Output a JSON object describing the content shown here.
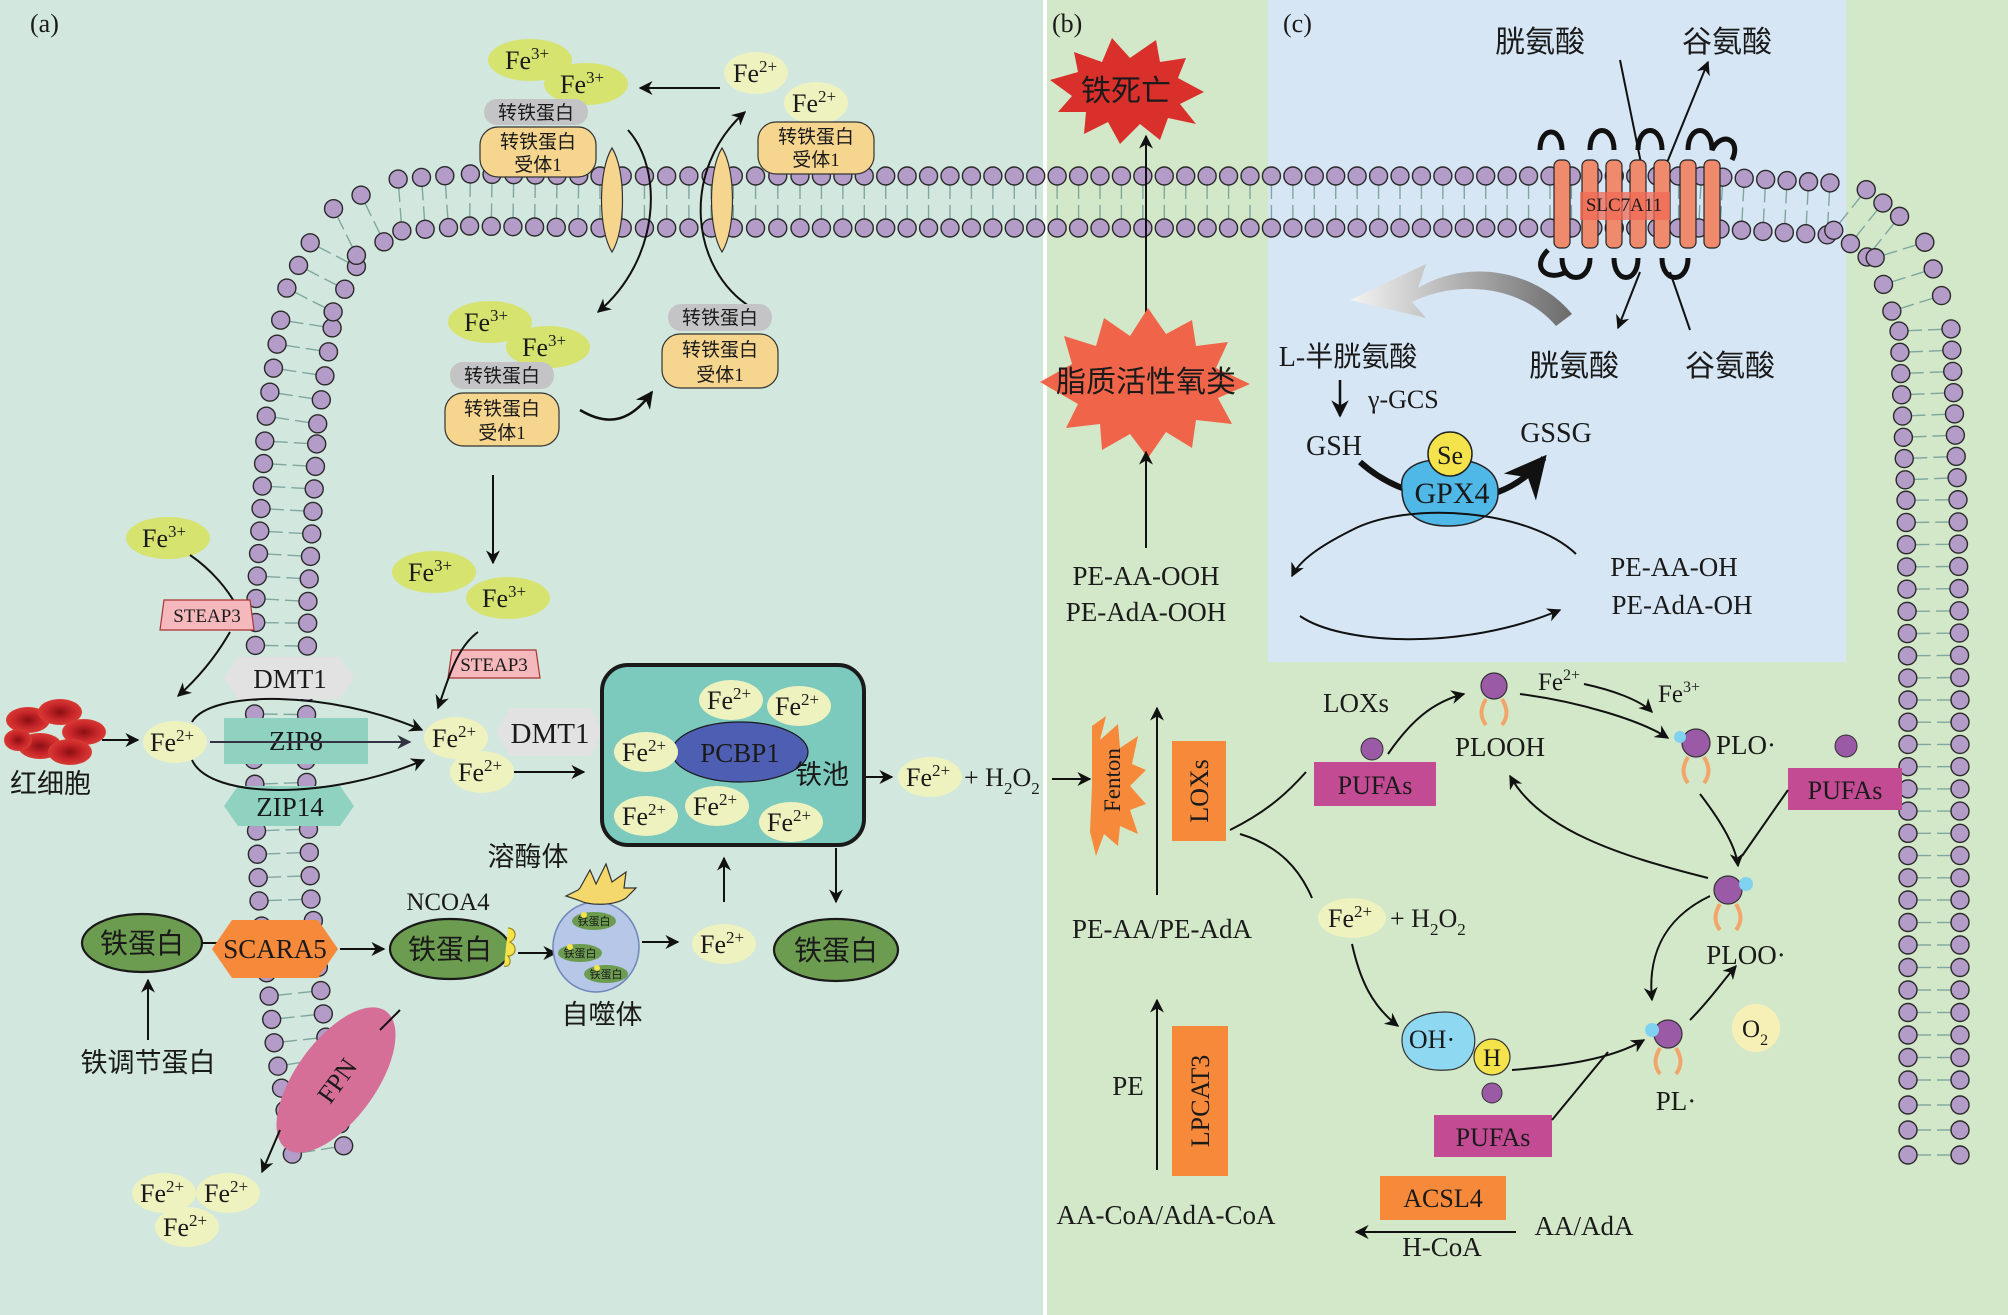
{
  "panels": {
    "a": "(a)",
    "b": "(b)",
    "c": "(c)"
  },
  "colors": {
    "panel_a_bg": "#d2e7dd",
    "panel_b_bg": "#d3e8c8",
    "panel_c_bg": "#d6e6f4",
    "lipid_head": "#b49cc9",
    "transferrin_receptor": "#f6d68f",
    "fe3_ellipse": "#d6e36f",
    "fe2_ellipse": "#eef2bf",
    "ferritin": "#6c9c4f",
    "iron_pool": "#7cc9bd",
    "pcbp1": "#4e5fb3",
    "orange_box": "#f7893a",
    "magenta_box": "#c24b93",
    "ferroptosis_burst": "#d9302c",
    "ros_burst": "#f0654a",
    "gpx4": "#4fb8e6",
    "se": "#f5e34c"
  },
  "a": {
    "fe3": "Fe",
    "fe2": "Fe",
    "sup3": "3+",
    "sup2": "2+",
    "transferrin": "转铁蛋白",
    "tfr_line1": "转铁蛋白",
    "tfr_line2": "受体1",
    "steap3": "STEAP3",
    "dmt1": "DMT1",
    "zip8": "ZIP8",
    "zip14": "ZIP14",
    "rbc": "红细胞",
    "pcbp1": "PCBP1",
    "iron_pool": "铁池",
    "lysosome": "溶酶体",
    "autophagosome": "自噬体",
    "ncoa4": "NCOA4",
    "ferritin": "铁蛋白",
    "scara5": "SCARA5",
    "hepcidin": "铁调节蛋白",
    "fpn": "FPN",
    "h2o2": "+ H",
    "h2o2_sub": "2",
    "h2o2_o": "O",
    "mini_ferritin": "铁蛋白"
  },
  "b": {
    "ferroptosis": "铁死亡",
    "lipid_ros": "脂质活性氧类",
    "pe_aa_ooh": "PE-AA-OOH",
    "pe_ada_ooh": "PE-AdA-OOH",
    "fenton": "Fenton",
    "loxs": "LOXs",
    "pe_aa_pe_ada": "PE-AA/PE-AdA",
    "pe": "PE",
    "lpcat3": "LPCAT3",
    "aa_coa": "AA-CoA/AdA-CoA",
    "acsl4": "ACSL4",
    "aa_ada": "AA/AdA",
    "h_coa": "H-CoA",
    "loxs_label": "LOXs",
    "plooh": "PLOOH",
    "plo": "PLO·",
    "ploo": "PLOO·",
    "pl": "PL·",
    "pufas": "PUFAs",
    "oh": "OH·",
    "h": "H",
    "o2": "O",
    "o2_sub": "2"
  },
  "c": {
    "cystine_top": "胱氨酸",
    "glutamate_top": "谷氨酸",
    "slc7a11": "SLC7A11",
    "cystine_bottom": "胱氨酸",
    "glutamate_bottom": "谷氨酸",
    "l_cysteine": "L-半胱氨酸",
    "gamma_gcs": "γ-GCS",
    "gsh": "GSH",
    "gssg": "GSSG",
    "se": "Se",
    "gpx4": "GPX4",
    "pe_aa_oh": "PE-AA-OH",
    "pe_ada_oh": "PE-AdA-OH"
  }
}
